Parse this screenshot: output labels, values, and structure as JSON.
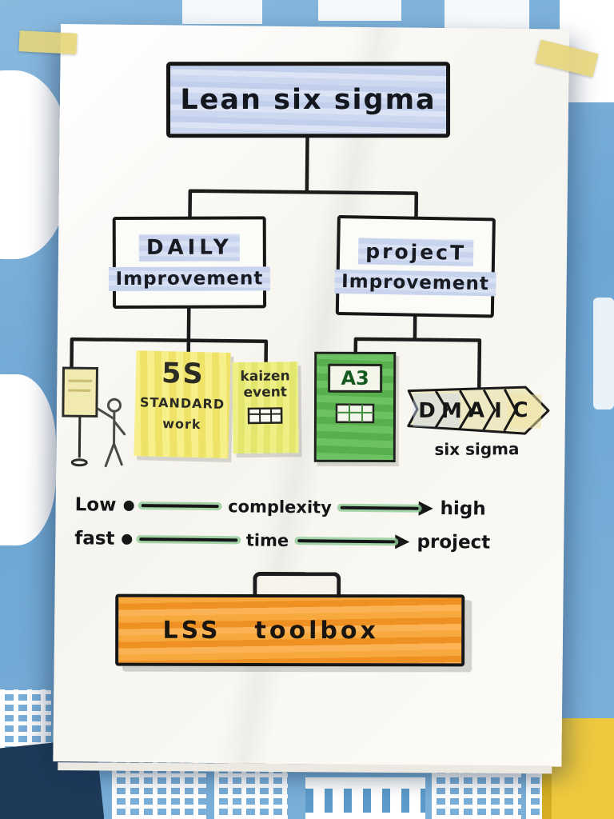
{
  "poster": {
    "title": "Lean six sigma",
    "daily_box": {
      "line1": "DAILY",
      "line2": "Improvement"
    },
    "project_box": {
      "line1": "projecT",
      "line2": "Improvement"
    },
    "five_s_note": {
      "title": "5S",
      "line1": "STANDARD",
      "line2": "work"
    },
    "kaizen_note": {
      "line1": "kaizen",
      "line2": "event"
    },
    "a3_note": {
      "label": "A3"
    },
    "dmaic": {
      "letters": [
        "D",
        "M",
        "A",
        "I",
        "C"
      ],
      "caption": "six sigma"
    },
    "axis_complexity": {
      "start": "Low",
      "label": "complexity",
      "end": "high"
    },
    "axis_time": {
      "start": "fast",
      "label": "time",
      "end": "project"
    },
    "toolbox": {
      "word1": "LSS",
      "word2": "toolbox"
    }
  }
}
